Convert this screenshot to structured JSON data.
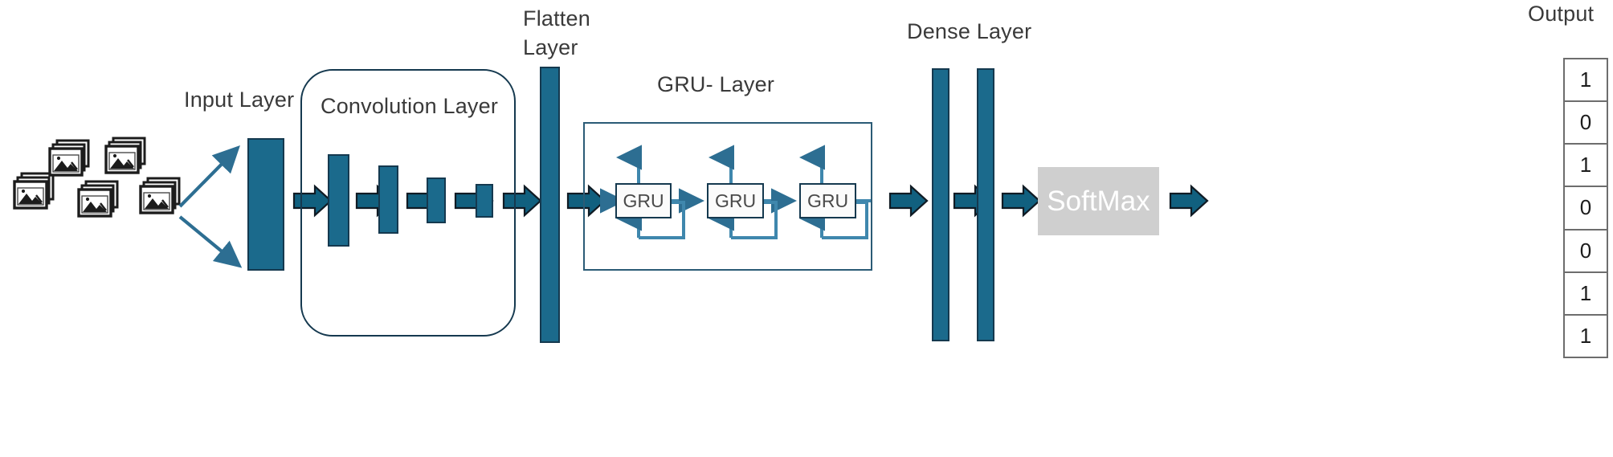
{
  "diagram": {
    "title": "CNN-GRU network architecture",
    "colors": {
      "bar_fill": "#1b6a8c",
      "bar_stroke": "#15394f",
      "arrow": "#11607f",
      "gru_link": "#3f87ad",
      "softmax_bg": "#cfcfcf",
      "softmax_text": "#ffffff",
      "label_text": "#3a3a3a",
      "output_border": "#6d6d6d"
    },
    "labels": {
      "input_layer": "Input Layer",
      "convolution_layer": "Convolution Layer",
      "flatten_layer": "Flatten\nLayer",
      "gru_layer": "GRU- Layer",
      "dense_layer": "Dense Layer",
      "output": "Output"
    },
    "input_images": {
      "icon": "image-stack-icon",
      "count": 5
    },
    "gru_cells": [
      {
        "label": "GRU"
      },
      {
        "label": "GRU"
      },
      {
        "label": "GRU"
      }
    ],
    "softmax": {
      "label": "SoftMax"
    },
    "output_values": [
      "1",
      "0",
      "1",
      "0",
      "0",
      "1",
      "1"
    ],
    "conv_bars": [
      {
        "name": "conv-bar-1"
      },
      {
        "name": "conv-bar-2"
      },
      {
        "name": "conv-bar-3"
      },
      {
        "name": "conv-bar-4"
      }
    ],
    "dense_bars": [
      {
        "name": "dense-bar-1"
      },
      {
        "name": "dense-bar-2"
      }
    ]
  }
}
